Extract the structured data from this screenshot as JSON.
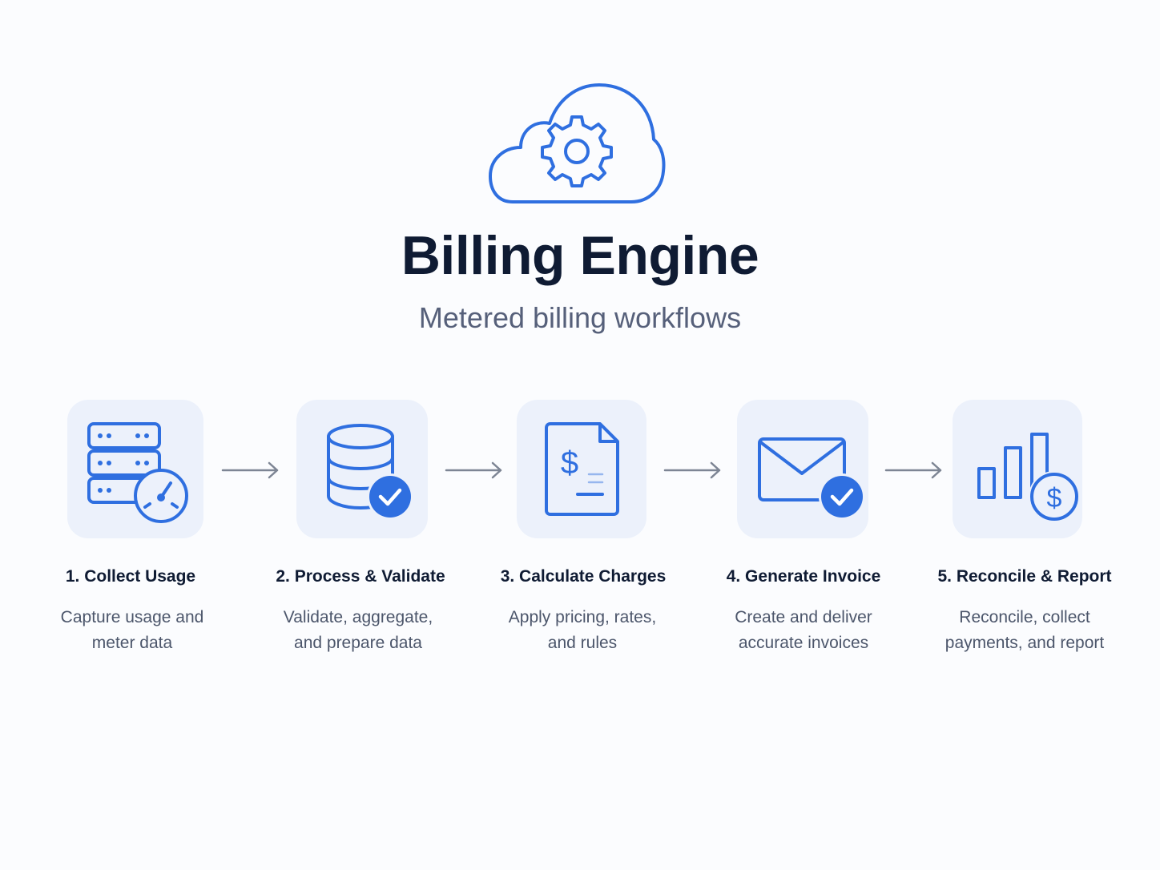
{
  "header": {
    "title": "Billing Engine",
    "subtitle": "Metered billing workflows",
    "icon": "cloud-gear-icon"
  },
  "colors": {
    "accent": "#2f6fe0",
    "tile_bg": "#ecf1fb",
    "title_text": "#0f1b33",
    "body_text": "#4c566b",
    "arrow": "#7d8594"
  },
  "steps": [
    {
      "title": "1. Collect Usage",
      "desc": [
        "Capture usage and",
        "meter data"
      ],
      "icon": "server-gauge-icon"
    },
    {
      "title": "2. Process & Validate",
      "desc": [
        "Validate, aggregate,",
        "and prepare data"
      ],
      "icon": "database-check-icon"
    },
    {
      "title": "3. Calculate Charges",
      "desc": [
        "Apply pricing, rates,",
        "and rules"
      ],
      "icon": "invoice-dollar-icon"
    },
    {
      "title": "4. Generate Invoice",
      "desc": [
        "Create and deliver",
        "accurate invoices"
      ],
      "icon": "envelope-check-icon"
    },
    {
      "title": "5. Reconcile & Report",
      "desc": [
        "Reconcile, collect",
        "payments, and report"
      ],
      "icon": "bar-chart-dollar-icon"
    }
  ]
}
